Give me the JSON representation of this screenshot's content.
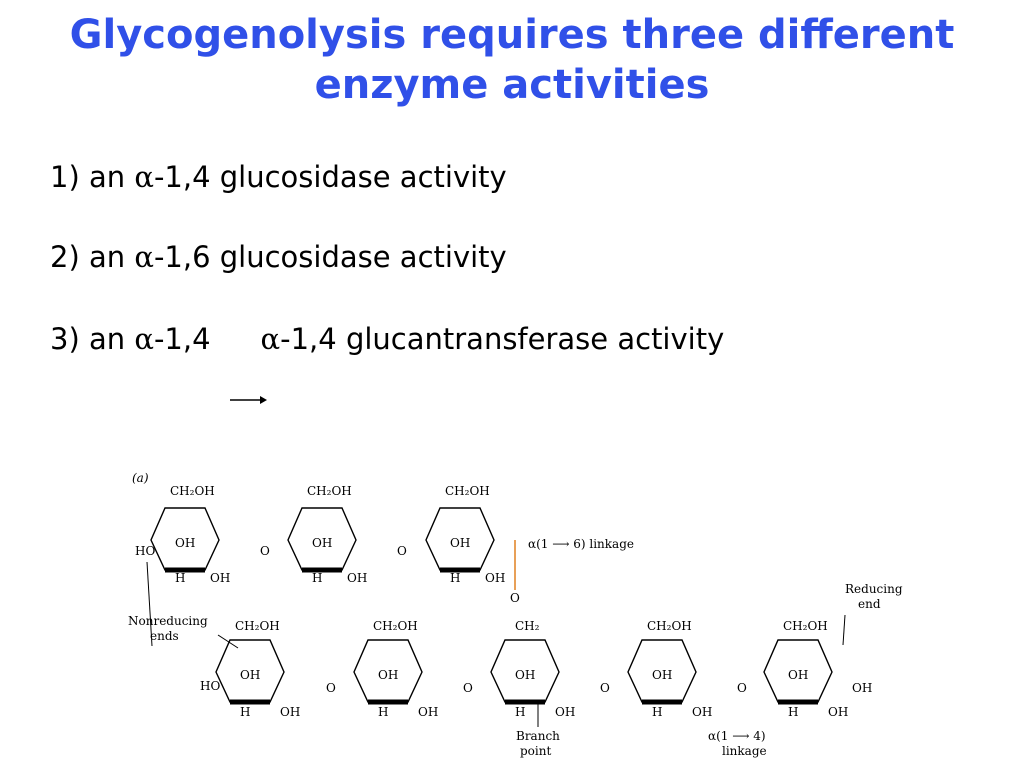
{
  "title": {
    "line1": "Glycogenolysis requires three different",
    "line2": "enzyme activities"
  },
  "items": [
    {
      "prefix": "1) an ",
      "alpha": "α",
      "rest": "-1,4 glucosidase activity"
    },
    {
      "prefix": "2) an ",
      "alpha": "α",
      "rest": "-1,6 glucosidase activity"
    },
    {
      "prefix": "3) an ",
      "alpha": "α",
      "rest": "-1,4",
      "alpha2": "α",
      "rest2": "-1,4  glucantransferase activity"
    }
  ],
  "figure": {
    "panel_label": "(a)",
    "ch2oh": "CH₂OH",
    "ch2": "CH₂",
    "h": "H",
    "oh": "OH",
    "ho": "HO",
    "o": "O",
    "linkage_16": "α(1 ⟶ 6) linkage",
    "nonreducing": [
      "Nonreducing",
      "ends"
    ],
    "reducing": [
      "Reducing",
      "end"
    ],
    "branch": [
      "Branch",
      "point"
    ],
    "linkage_14": [
      "α(1 ⟶ 4)",
      "linkage"
    ]
  }
}
